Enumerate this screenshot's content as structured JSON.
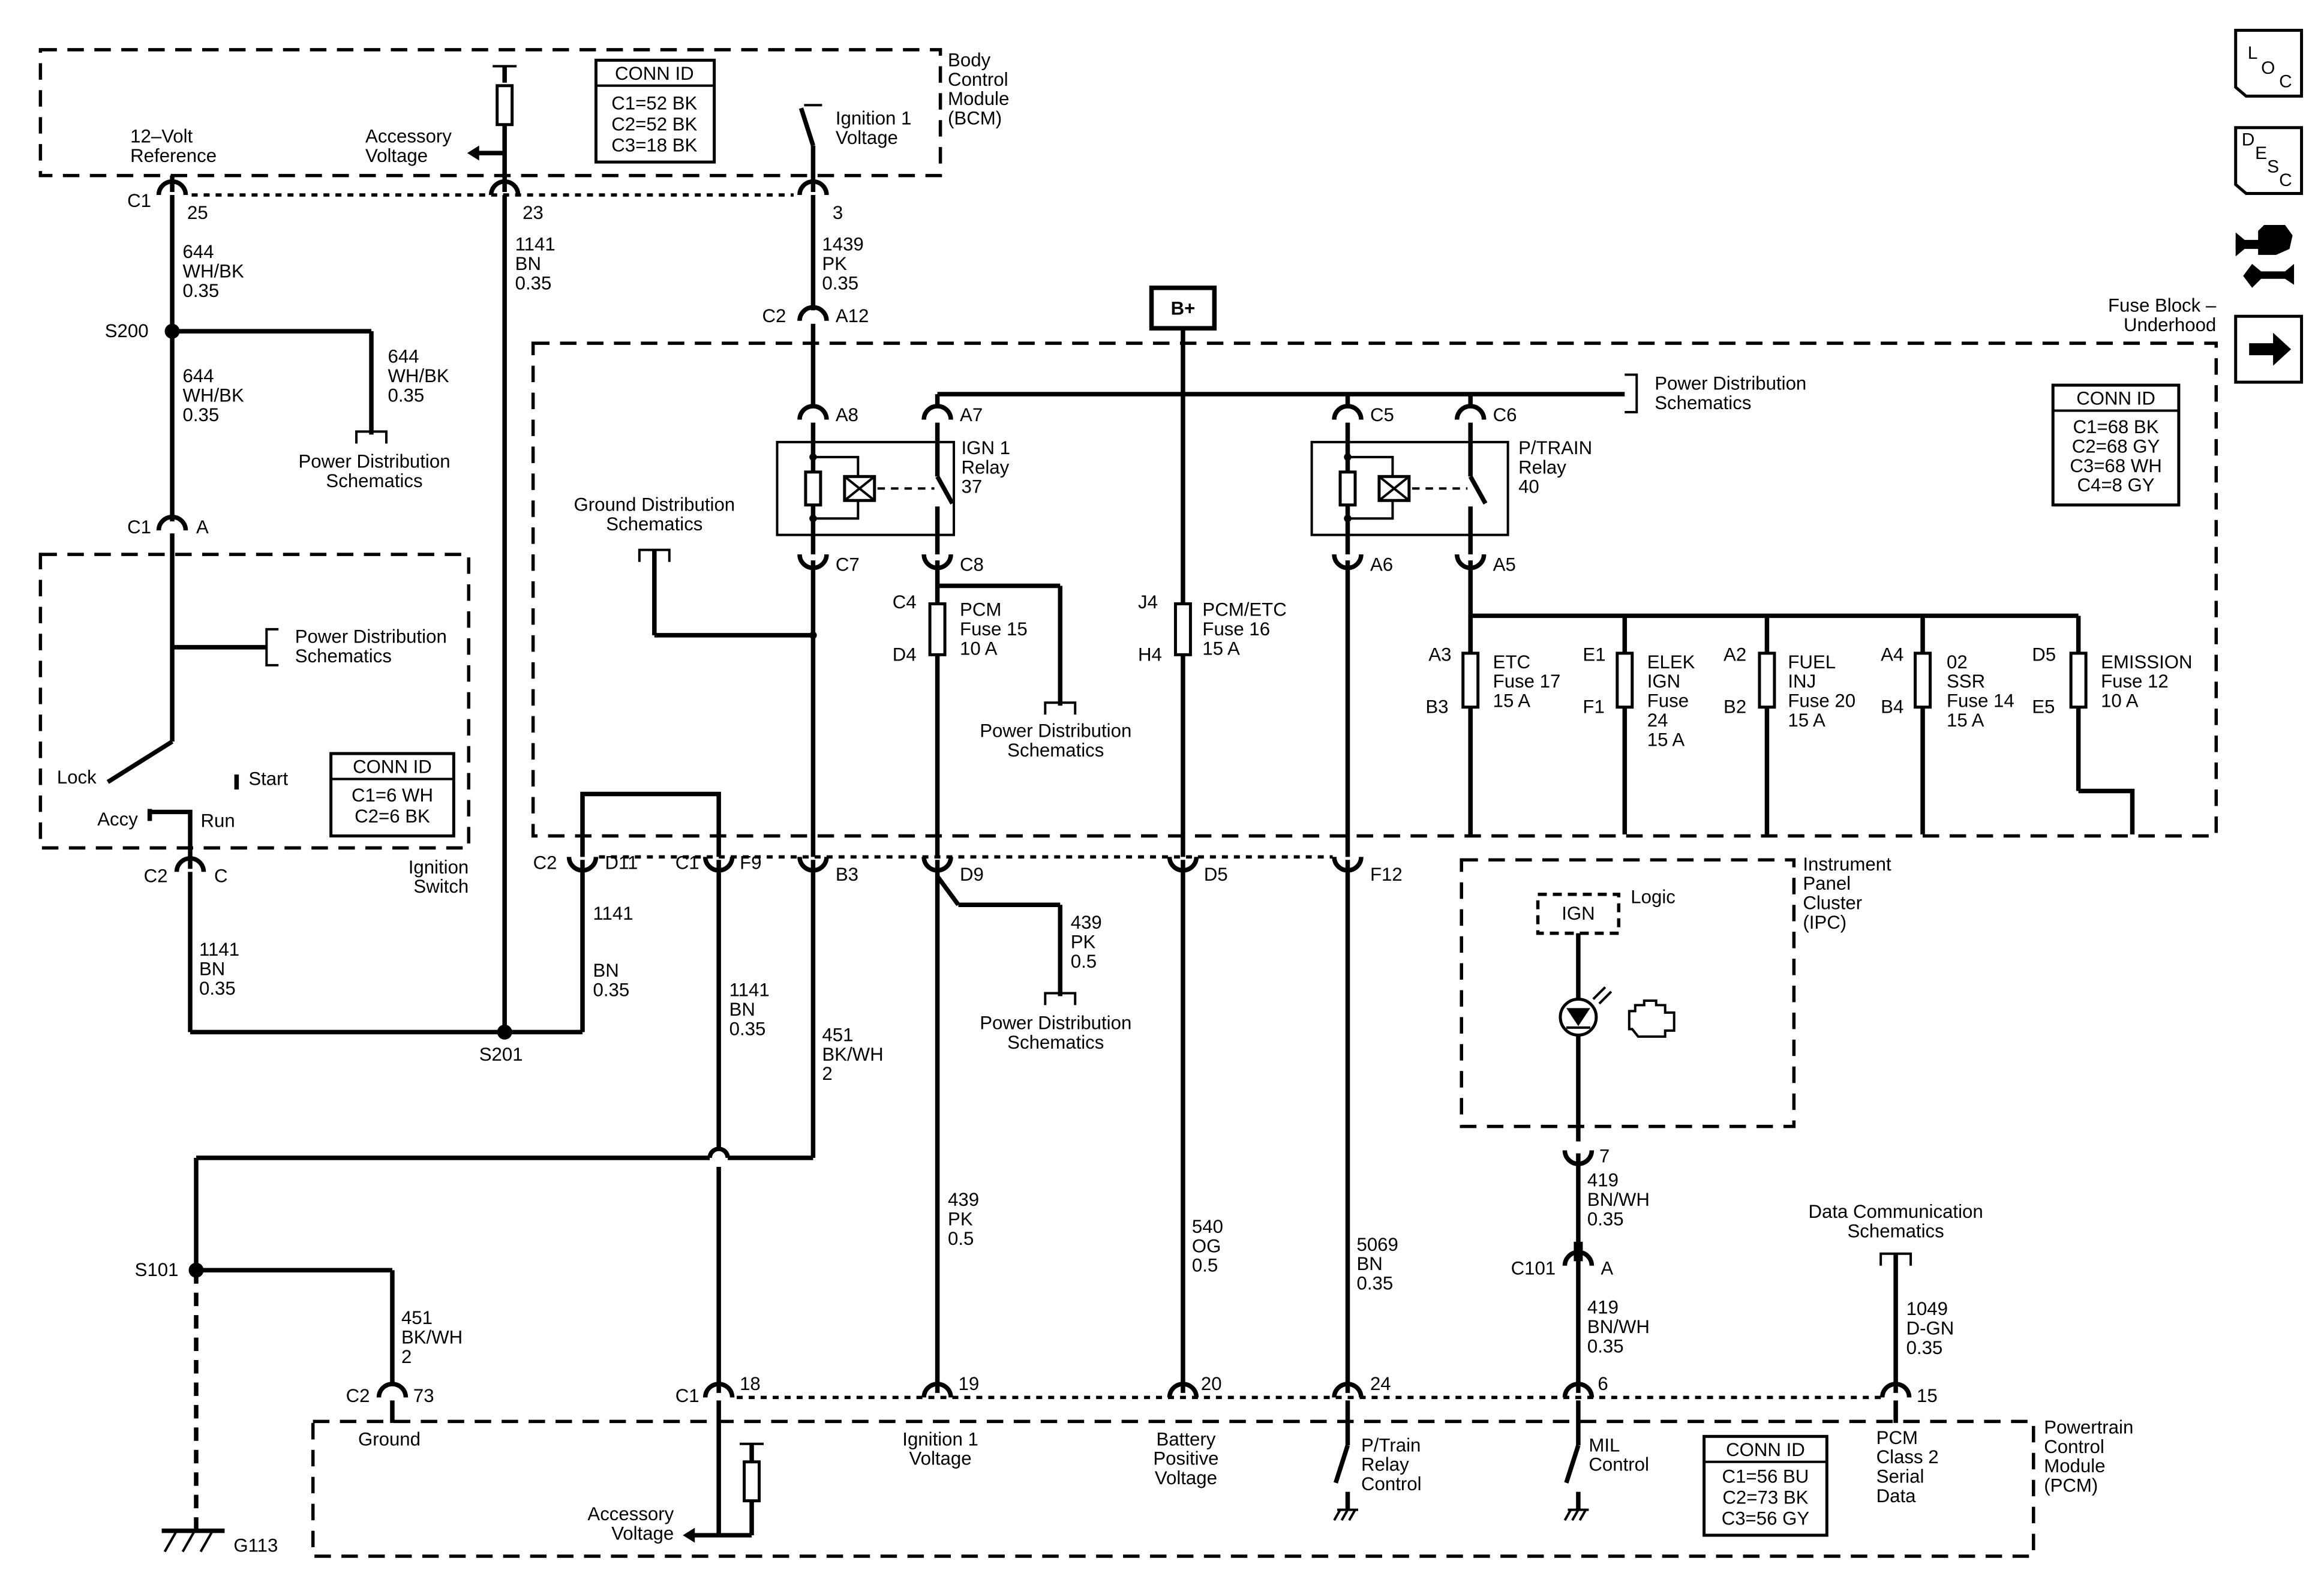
{
  "modules": {
    "bcm": "Body Control Module (BCM)",
    "fuse_block": "Fuse Block – Underhood",
    "ignition_switch": "Ignition Switch",
    "ipc": "Instrument Panel Cluster (IPC)",
    "pcm": "Powertrain Control Module (PCM)"
  },
  "conn_ids": {
    "bcm": [
      "CONN ID",
      "C1=52 BK",
      "C2=52 BK",
      "C3=18 BK"
    ],
    "fuse_block": [
      "CONN ID",
      "C1=68 BK",
      "C2=68 GY",
      "C3=68 WH",
      "C4=8 GY"
    ],
    "ignition_switch": [
      "CONN ID",
      "C1=6 WH",
      "C2=6 BK"
    ],
    "pcm": [
      "CONN ID",
      "C1=56 BU",
      "C2=73 BK",
      "C3=56 GY"
    ]
  },
  "bcm": {
    "twelve_volt": "12–Volt Reference",
    "accessory": "Accessory Voltage",
    "ign1": "Ignition 1 Voltage",
    "c1": "C1",
    "p25": "25",
    "p23": "23",
    "p3": "3"
  },
  "wires": {
    "w644a": [
      "644",
      "WH/BK",
      "0.35"
    ],
    "w644b": [
      "644",
      "WH/BK",
      "0.35"
    ],
    "w644c": [
      "644",
      "WH/BK",
      "0.35"
    ],
    "w1141top": [
      "1141",
      "BN",
      "0.35"
    ],
    "w1439": [
      "1439",
      "PK",
      "0.35"
    ],
    "w1141left": [
      "1141",
      "BN",
      "0.35"
    ],
    "w1141mid": [
      "1141",
      "BN",
      "0.35"
    ],
    "w1141d11": "1141",
    "w1141d11b": [
      "BN",
      "0.35"
    ],
    "w451a": [
      "451",
      "BK/WH",
      "2"
    ],
    "w451b": [
      "451",
      "BK/WH",
      "2"
    ],
    "w439a": [
      "439",
      "PK",
      "0.5"
    ],
    "w439b": [
      "439",
      "PK",
      "0.5"
    ],
    "w540": [
      "540",
      "OG",
      "0.5"
    ],
    "w5069": [
      "5069",
      "BN",
      "0.35"
    ],
    "w419a": [
      "419",
      "BN/WH",
      "0.35"
    ],
    "w419b": [
      "419",
      "BN/WH",
      "0.35"
    ],
    "w1049": [
      "1049",
      "D-GN",
      "0.35"
    ]
  },
  "splices": {
    "s200": "S200",
    "s201": "S201",
    "s101": "S101",
    "g113": "G113"
  },
  "refs": {
    "pds": [
      "Power Distribution",
      "Schematics"
    ],
    "gds": [
      "Ground Distribution",
      "Schematics"
    ],
    "dcs": [
      "Data Communication",
      "Schematics"
    ]
  },
  "ign_switch": {
    "lock": "Lock",
    "start": "Start",
    "accy": "Accy",
    "run": "Run",
    "c1": "C1",
    "a": "A",
    "c2": "C2",
    "c": "C"
  },
  "battery": "B+",
  "relays": {
    "ign1": [
      "IGN 1",
      "Relay",
      "37"
    ],
    "ptrain": [
      "P/TRAIN",
      "Relay",
      "40"
    ]
  },
  "fuses": {
    "pcm15": [
      "PCM",
      "Fuse 15",
      "10 A"
    ],
    "pcmetc16": [
      "PCM/ETC",
      "Fuse 16",
      "15 A"
    ],
    "etc17": [
      "ETC",
      "Fuse 17",
      "15 A"
    ],
    "elek24": [
      "ELEK",
      "IGN",
      "Fuse",
      "24",
      "15 A"
    ],
    "fuel20": [
      "FUEL",
      "INJ",
      "Fuse 20",
      "15 A"
    ],
    "o2ssr14": [
      "02",
      "SSR",
      "Fuse 14",
      "15 A"
    ],
    "emission12": [
      "EMISSION",
      "Fuse 12",
      "10 A"
    ]
  },
  "terminals": {
    "c2": "C2",
    "a12": "A12",
    "a8": "A8",
    "a7": "A7",
    "c5": "C5",
    "c6": "C6",
    "c7": "C7",
    "c8": "C8",
    "a6": "A6",
    "a5": "A5",
    "c4": "C4",
    "d4": "D4",
    "j4": "J4",
    "h4": "H4",
    "a3": "A3",
    "b3f": "B3",
    "e1": "E1",
    "f1": "F1",
    "a2": "A2",
    "b2": "B2",
    "a4": "A4",
    "b4": "B4",
    "d5f": "D5",
    "e5": "E5",
    "c2b": "C2",
    "d11": "D11",
    "c1b": "C1",
    "f9": "F9",
    "b3": "B3",
    "d9": "D9",
    "d5": "D5",
    "f12": "F12"
  },
  "ipc": {
    "ign": "IGN",
    "logic": "Logic",
    "p7": "7",
    "c101": "C101",
    "a": "A",
    "p6": "6"
  },
  "pcm": {
    "c2": "C2",
    "p73": "73",
    "ground": "Ground",
    "c1": "C1",
    "p18": "18",
    "p19": "19",
    "p20": "20",
    "p24": "24",
    "p15": "15",
    "accessory": [
      "Accessory",
      "Voltage"
    ],
    "ign1": [
      "Ignition 1",
      "Voltage"
    ],
    "batt": [
      "Battery",
      "Positive",
      "Voltage"
    ],
    "ptrain": [
      "P/Train",
      "Relay",
      "Control"
    ],
    "mil": [
      "MIL",
      "Control"
    ],
    "class2": [
      "PCM",
      "Class 2",
      "Serial",
      "Data"
    ]
  },
  "nav": {
    "loc": "LOC",
    "desc": "DESC"
  }
}
